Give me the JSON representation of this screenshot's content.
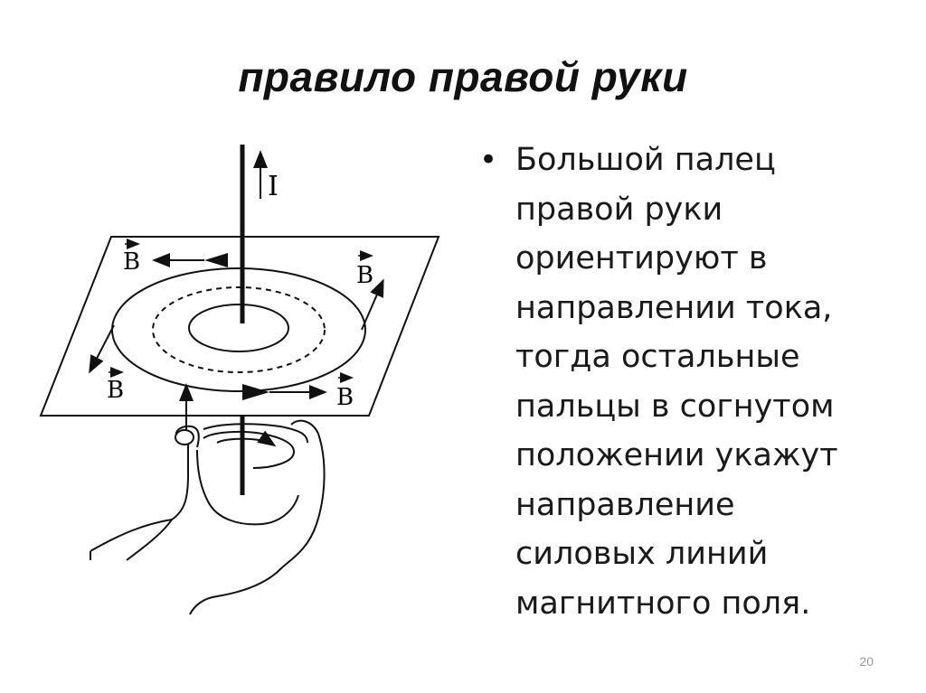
{
  "slide": {
    "title": "правило правой руки",
    "bullet": "Большой палец\nправой руки\nориентируют в\nнаправлении тока,\nтогда остальные\nпальцы в согнутом\nположении укажут\nнаправление\nсиловых линий\nмагнитного поля.",
    "bullet_marker": "•",
    "page_number": "20"
  },
  "diagram": {
    "current_label": "I",
    "field_labels": [
      "B",
      "B",
      "B",
      "B"
    ]
  }
}
